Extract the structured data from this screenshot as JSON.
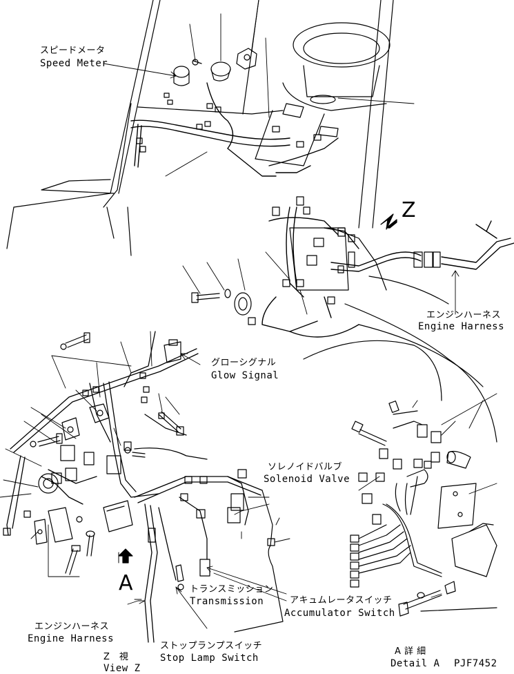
{
  "labels": {
    "speed_meter_jp": "スピードメータ",
    "speed_meter_en": "Speed Meter",
    "engine_harness_top_jp": "エンジンハーネス",
    "engine_harness_top_en": "Engine Harness",
    "glow_signal_jp": "グローシグナル",
    "glow_signal_en": "Glow Signal",
    "solenoid_valve_jp": "ソレノイドバルブ",
    "solenoid_valve_en": "Solenoid Valve",
    "transmission_jp": "トランスミッション",
    "transmission_en": "Transmission",
    "accumulator_switch_jp": "アキュムレータスイッチ",
    "accumulator_switch_en": "Accumulator Switch",
    "engine_harness_bottom_jp": "エンジンハーネス",
    "engine_harness_bottom_en": "Engine Harness",
    "stop_lamp_switch_jp": "ストップランプスイッチ",
    "stop_lamp_switch_en": "Stop Lamp Switch",
    "view_z_jp": "Z　視",
    "view_z_en": "View Z",
    "detail_a_jp": "A 詳 細",
    "detail_a_en": "Detail A",
    "view_marker_z": "Z",
    "view_marker_a": "A",
    "drawing_code": "PJF7452"
  }
}
